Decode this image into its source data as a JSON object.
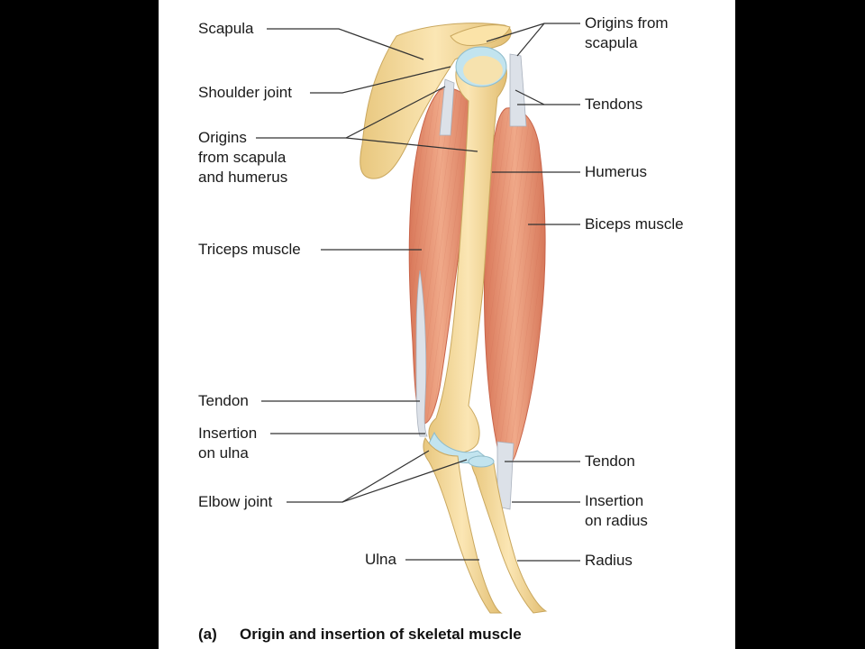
{
  "labels": {
    "scapula": "Scapula",
    "shoulder_joint": "Shoulder joint",
    "origins_scapula_humerus": "Origins\nfrom scapula\nand humerus",
    "triceps": "Triceps muscle",
    "tendon_left": "Tendon",
    "insertion_ulna": "Insertion\non ulna",
    "elbow_joint": "Elbow joint",
    "ulna": "Ulna",
    "origins_scapula": "Origins from\nscapula",
    "tendons": "Tendons",
    "humerus": "Humerus",
    "biceps": "Biceps muscle",
    "tendon_right": "Tendon",
    "insertion_radius": "Insertion\non radius",
    "radius": "Radius"
  },
  "caption": {
    "letter": "(a)",
    "text": "Origin and insertion of skeletal muscle"
  },
  "colors": {
    "bone": "#F3D99A",
    "bone_edge": "#C9A75E",
    "muscle": "#E99A78",
    "muscle_dark": "#D7785A",
    "tendon": "#D9DEE6",
    "cartilage": "#BFE3EE",
    "leader": "#333333"
  }
}
